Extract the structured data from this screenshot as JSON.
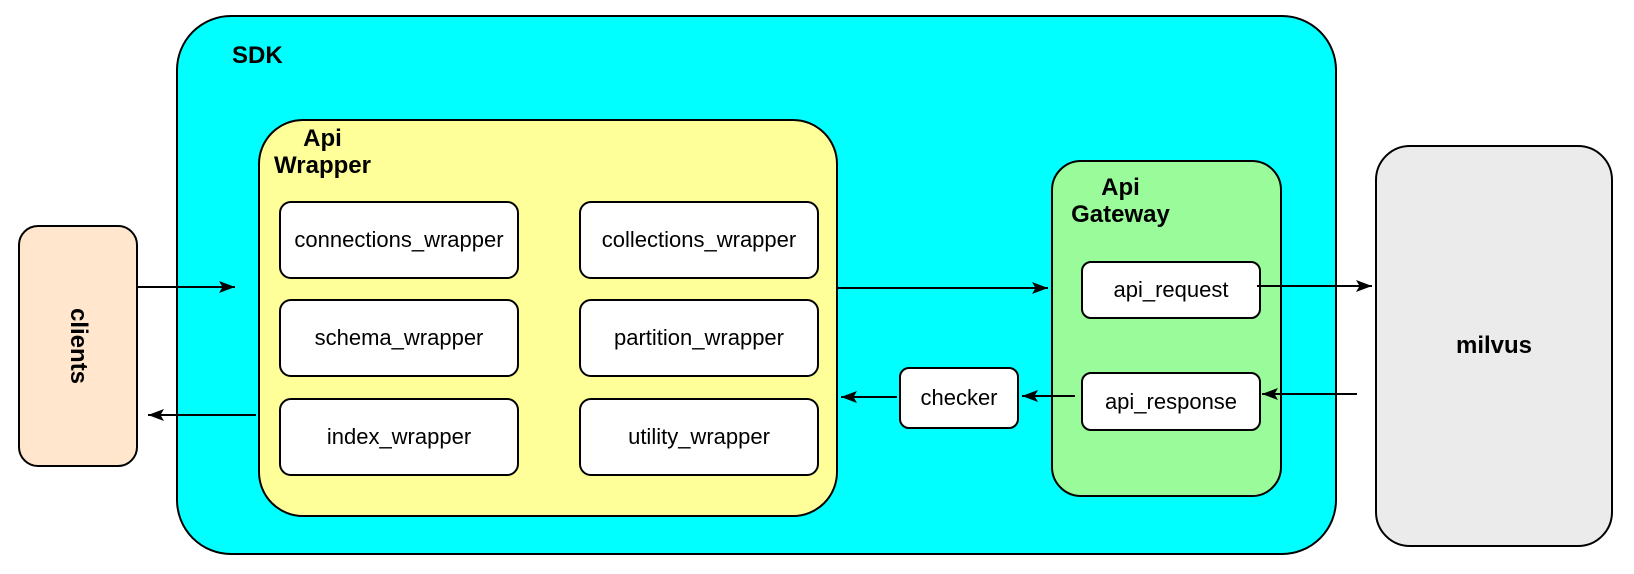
{
  "nodes": {
    "clients": "clients",
    "sdk": "SDK",
    "api_wrapper": {
      "line1": "Api",
      "line2": "Wrapper"
    },
    "wrappers": [
      "connections_wrapper",
      "collections_wrapper",
      "schema_wrapper",
      "partition_wrapper",
      "index_wrapper",
      "utility_wrapper"
    ],
    "checker": "checker",
    "api_gateway": {
      "line1": "Api",
      "line2": "Gateway"
    },
    "gateway_boxes": [
      "api_request",
      "api_response"
    ],
    "milvus": "milvus"
  },
  "colors": {
    "sdk_fill": "#00FFFF",
    "api_wrapper_fill": "#FFFF99",
    "api_gateway_fill": "#99FB99",
    "clients_fill": "#FFE6CC",
    "milvus_fill": "#EBEBEB",
    "node_fill": "#FFFFFF",
    "border": "#000000",
    "background": "#FFFFFF"
  }
}
